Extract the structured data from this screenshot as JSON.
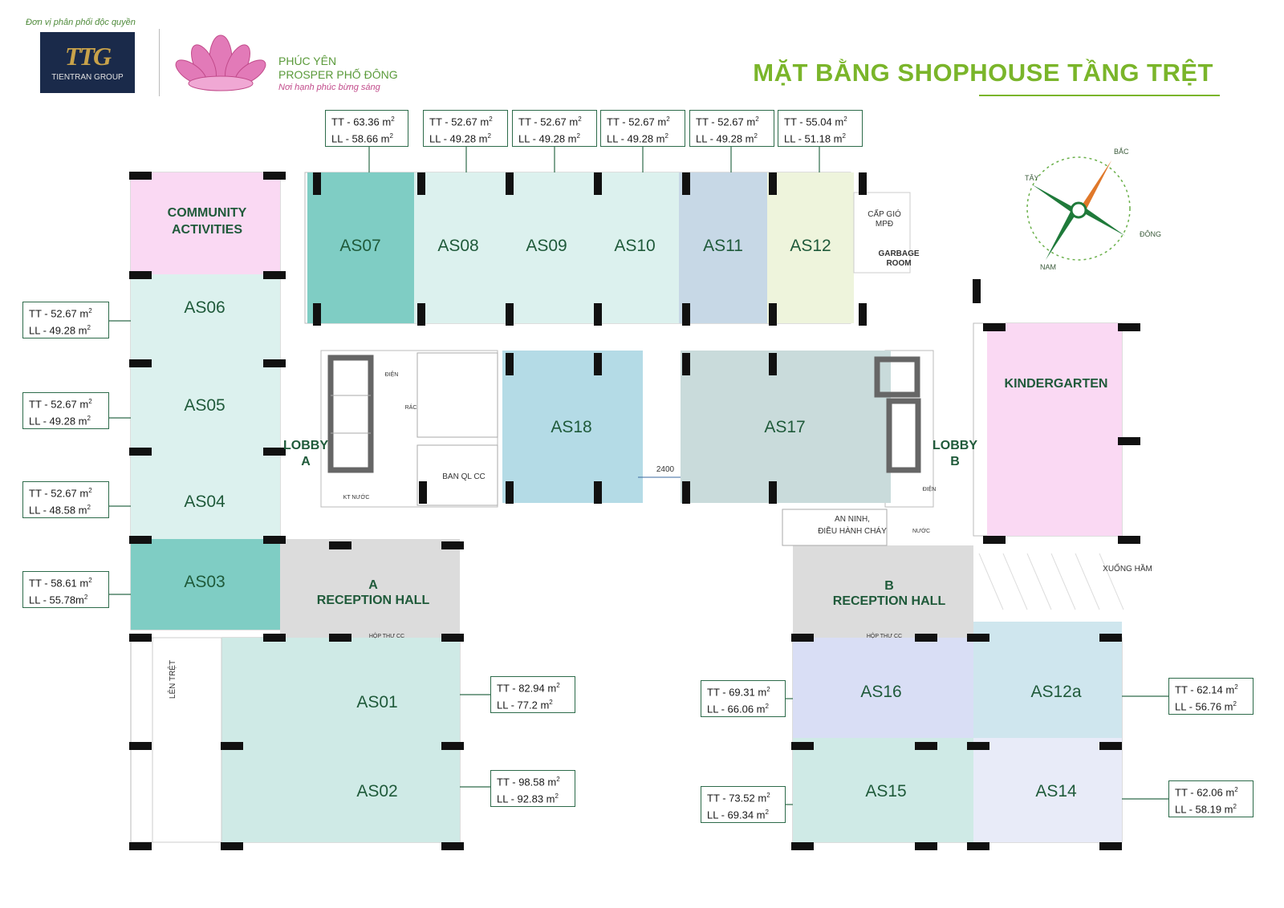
{
  "header": {
    "distributor_label": "Đơn vị phân phối độc quyền",
    "ttg_mark": "TTG",
    "ttg_name": "TIENTRAN GROUP",
    "brand_line1": "PHÚC YÊN",
    "brand_line2": "PROSPER PHỐ ĐÔNG",
    "brand_slogan": "Nơi hạnh phúc bừng sáng"
  },
  "title": "MẶT BẰNG SHOPHOUSE TẦNG TRỆT",
  "compass": {
    "north": "BẮC",
    "south": "NAM",
    "east": "ĐÔNG",
    "west": "TÂY"
  },
  "units": {
    "AS01": "AS01",
    "AS02": "AS02",
    "AS03": "AS03",
    "AS04": "AS04",
    "AS05": "AS05",
    "AS06": "AS06",
    "AS07": "AS07",
    "AS08": "AS08",
    "AS09": "AS09",
    "AS10": "AS10",
    "AS11": "AS11",
    "AS12": "AS12",
    "AS12a": "AS12a",
    "AS14": "AS14",
    "AS15": "AS15",
    "AS16": "AS16",
    "AS17": "AS17",
    "AS18": "AS18"
  },
  "amenities": {
    "community_1": "COMMUNITY",
    "community_2": "ACTIVITIES",
    "kindergarten": "KINDERGARTEN",
    "lobby_a_1": "LOBBY",
    "lobby_a_2": "A",
    "lobby_b_1": "LOBBY",
    "lobby_b_2": "B",
    "hall_a_letter": "A",
    "hall_a_name": "RECEPTION HALL",
    "hall_b_letter": "B",
    "hall_b_name": "RECEPTION HALL",
    "cap_gio_1": "CẤP GIÓ",
    "cap_gio_2": "MPĐ",
    "garbage_1": "GARBAGE",
    "garbage_2": "ROOM",
    "ban_ql": "BAN QL CC",
    "an_ninh_1": "AN NINH,",
    "an_ninh_2": "ĐIỀU HÀNH CHÁY",
    "xuong_ham": "XUỐNG HẦM",
    "len_tret": "LÊN TRỆT",
    "hop_thu_a": "HỘP THƯ CC",
    "hop_thu_b": "HỘP THƯ CC",
    "dien_a": "ĐIỆN",
    "dien_b": "ĐIỆN",
    "rac": "RÁC",
    "kt_nuoc": "KT NƯỚC",
    "nuoc": "NƯỚC",
    "dim_2400": "2400"
  },
  "areas": {
    "AS07": {
      "tt": "TT -  63.36 m",
      "ll": "LL -  58.66 m"
    },
    "AS08": {
      "tt": "TT -  52.67 m",
      "ll": "LL -  49.28 m"
    },
    "AS09": {
      "tt": "TT -  52.67 m",
      "ll": "LL -  49.28 m"
    },
    "AS10": {
      "tt": "TT -  52.67 m",
      "ll": "LL -  49.28 m"
    },
    "AS11": {
      "tt": "TT -  52.67 m",
      "ll": "LL -  49.28 m"
    },
    "AS12": {
      "tt": "TT -  55.04 m",
      "ll": "LL -  51.18 m"
    },
    "AS06": {
      "tt": "TT -  52.67 m",
      "ll": "LL -  49.28 m"
    },
    "AS05": {
      "tt": "TT -  52.67 m",
      "ll": "LL -  49.28 m"
    },
    "AS04": {
      "tt": "TT -  52.67 m",
      "ll": "LL -  48.58 m"
    },
    "AS03": {
      "tt": "TT -  58.61 m",
      "ll": "LL -  55.78m"
    },
    "AS01": {
      "tt": "TT -  82.94 m",
      "ll": "LL -  77.2 m"
    },
    "AS02": {
      "tt": "TT -  98.58 m",
      "ll": "LL -  92.83 m"
    },
    "AS16": {
      "tt": "TT -  69.31 m",
      "ll": "LL -  66.06 m"
    },
    "AS15": {
      "tt": "TT -  73.52 m",
      "ll": "LL -  69.34 m"
    },
    "AS12a": {
      "tt": "TT -  62.14 m",
      "ll": "LL -  56.76 m"
    },
    "AS14": {
      "tt": "TT -  62.06 m",
      "ll": "LL -  58.19 m"
    }
  },
  "area_unit_sup": "2",
  "colors": {
    "teal_dark": "#7fcdc4",
    "teal_light": "#dcf1ee",
    "blue_gray": "#c7d8e6",
    "lime_light": "#eef4dc",
    "pink": "#fad9f3",
    "gray_hall": "#dcdcdc",
    "lavender": "#d9def5",
    "lavender_light": "#e8ebf8",
    "blue_light": "#cfe6ee",
    "blue_as18": "#b4dbe6",
    "gray_as17": "#c9dbdb",
    "wall": "#111111",
    "title_green": "#7ab52a",
    "label_green": "#1f5a3a"
  }
}
